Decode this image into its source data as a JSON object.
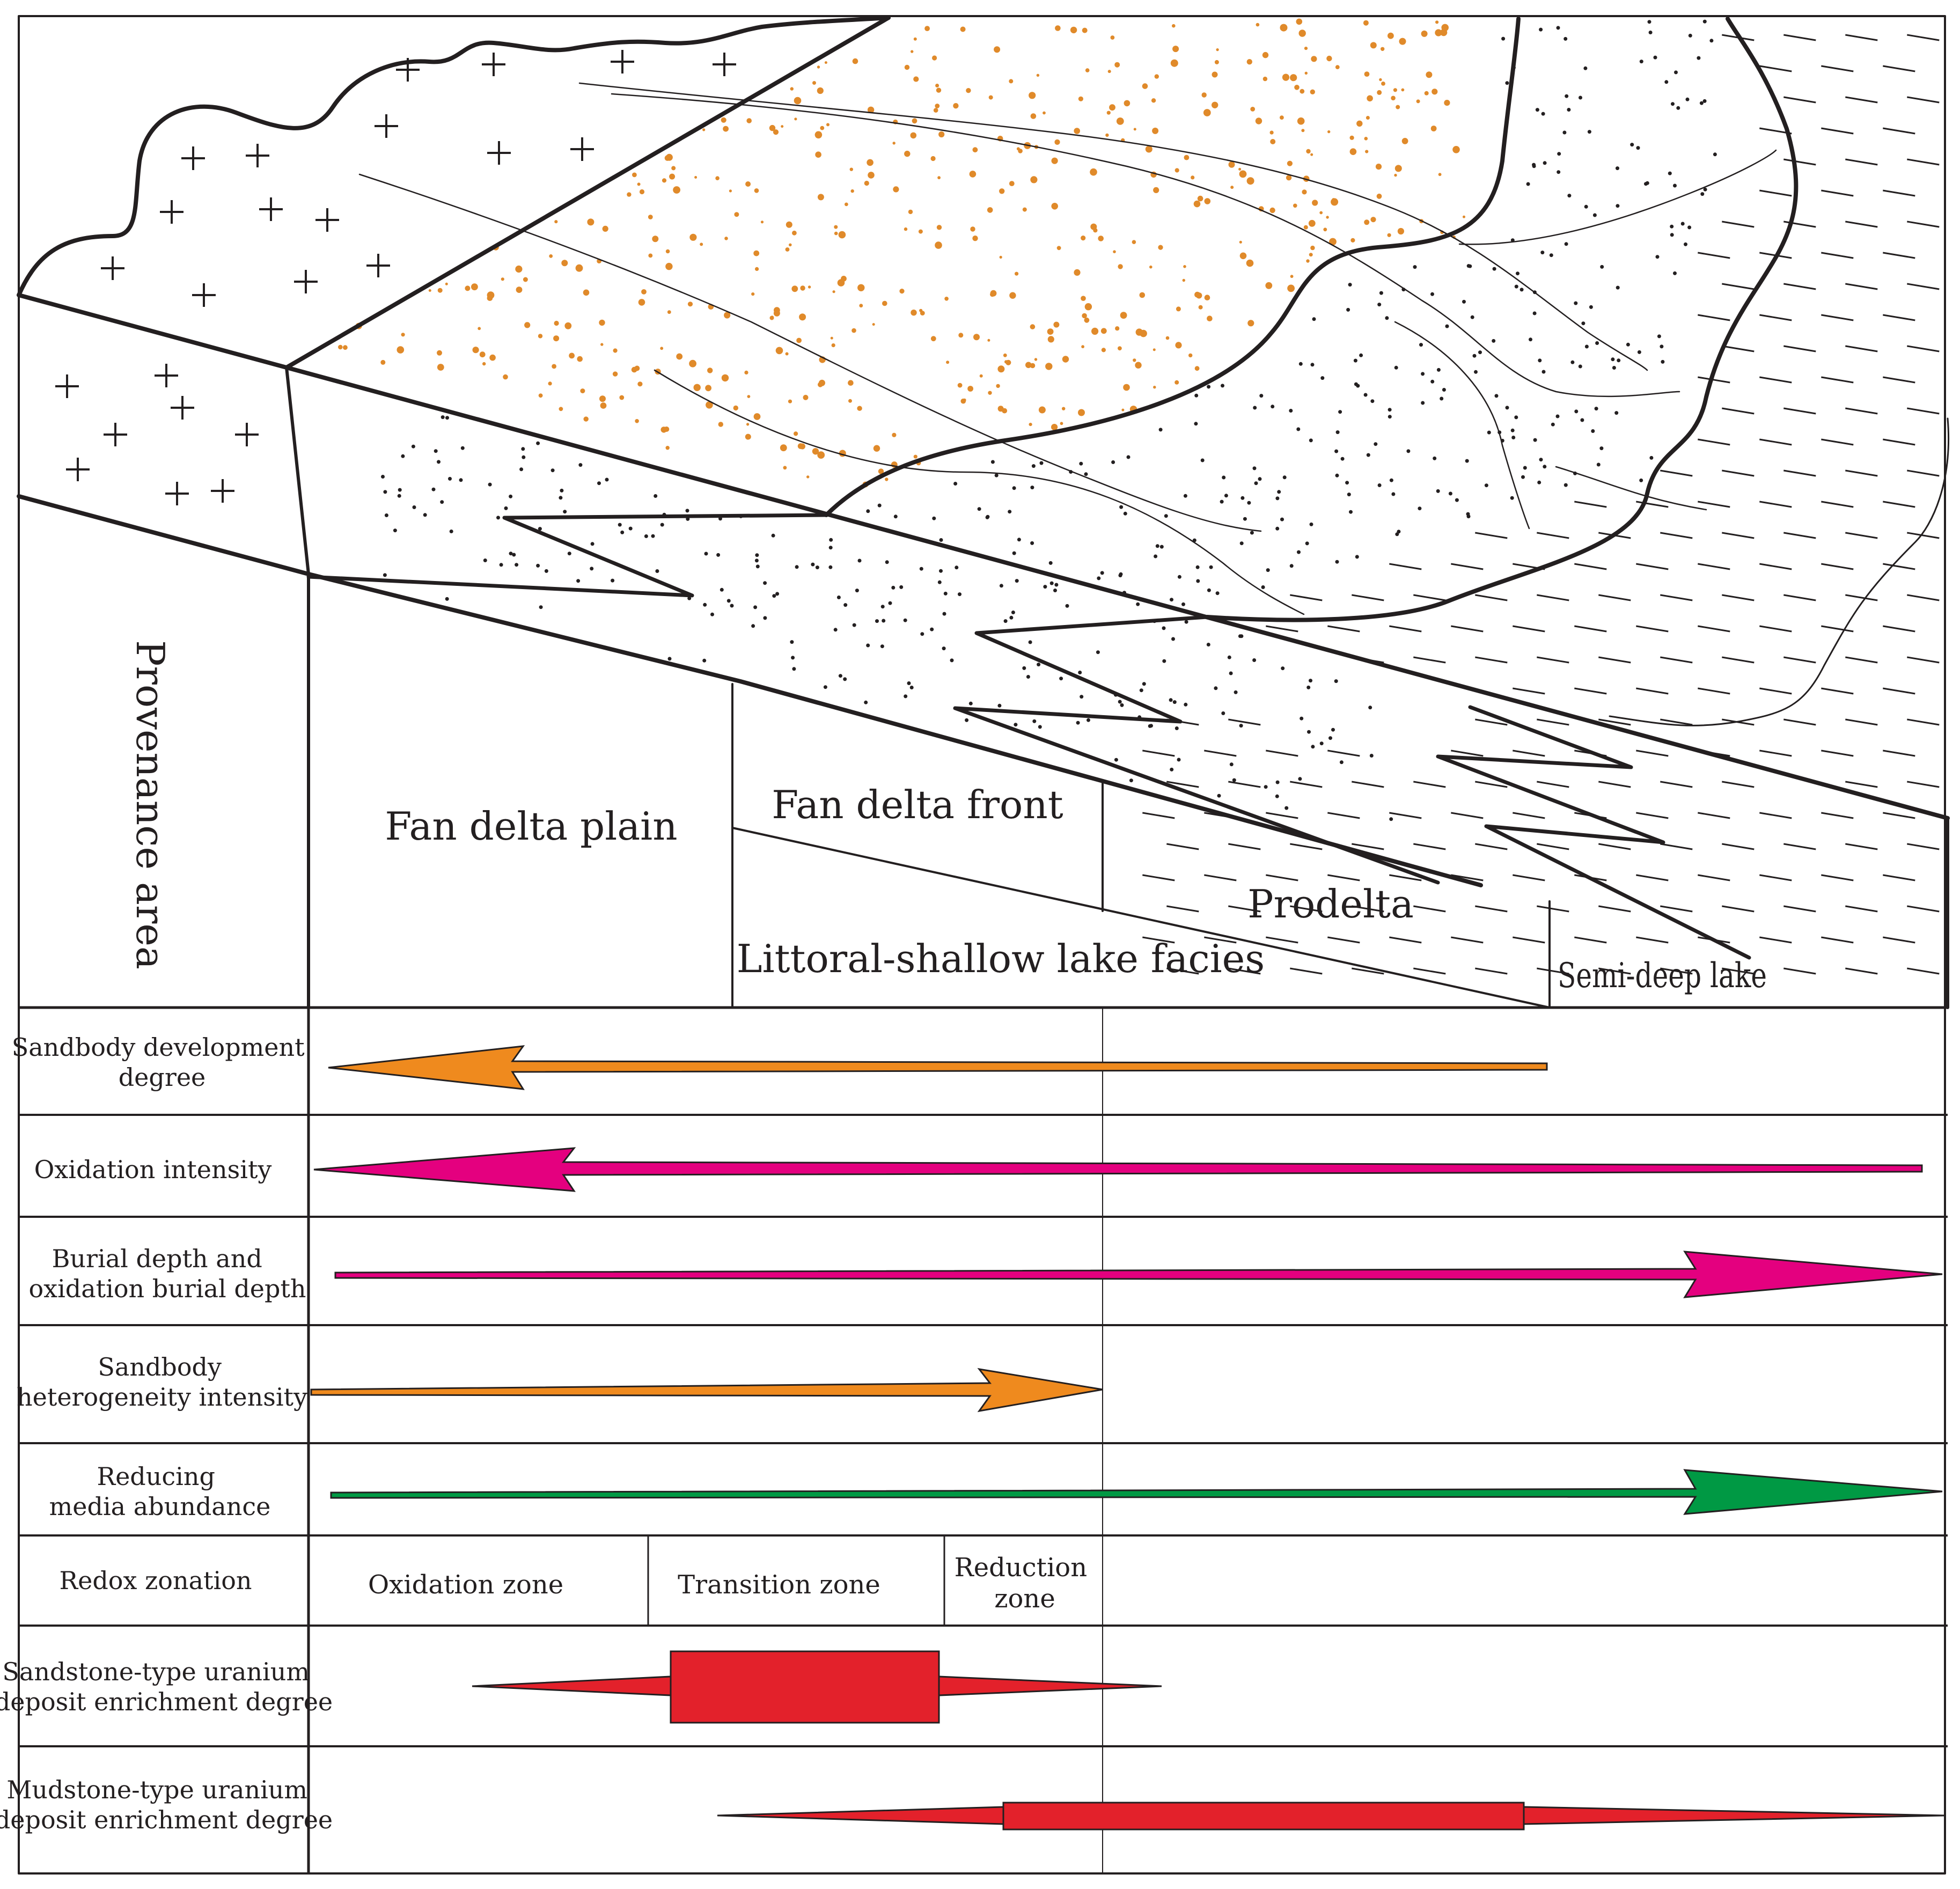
{
  "facies": {
    "provenance": "Provenance area",
    "fan_plain": "Fan delta plain",
    "fan_front": "Fan delta front",
    "prodelta": "Prodelta",
    "littoral": "Littoral-shallow lake facies",
    "semi_deep": "Semi-deep lake"
  },
  "rows": {
    "sandbody_dev": [
      "Sandbody development",
      "degree"
    ],
    "oxidation": [
      "Oxidation intensity"
    ],
    "burial": [
      "Burial depth and",
      "oxidation burial depth"
    ],
    "heterogeneity": [
      "Sandbody",
      "heterogeneity intensity"
    ],
    "reducing": [
      "Reducing",
      "media abundance"
    ],
    "redox": [
      "Redox zonation"
    ],
    "sandstone_u": [
      "Sandstone-type uranium",
      "deposit enrichment degree"
    ],
    "mudstone_u": [
      "Mudstone-type uranium",
      "deposit enrichment degree"
    ]
  },
  "zones": {
    "oxidation": "Oxidation zone",
    "transition": "Transition zone",
    "reduction": [
      "Reduction",
      "zone"
    ]
  },
  "colors": {
    "line": "#231f20",
    "orange": "#ef8a1e",
    "magenta": "#e4007f",
    "green": "#009944",
    "red": "#e3212b",
    "sand_dot": "#e08a2a"
  }
}
